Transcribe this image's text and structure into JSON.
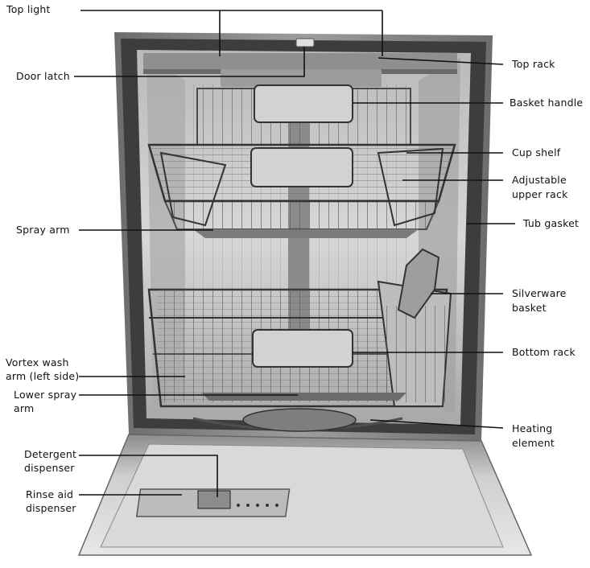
{
  "labels": {
    "top_light": "Top light",
    "door_latch": "Door latch",
    "top_rack": "Top rack",
    "basket_handle": "Basket handle",
    "cup_shelf": "Cup shelf",
    "adjustable_upper_rack_1": "Adjustable",
    "adjustable_upper_rack_2": "upper rack",
    "tub_gasket": "Tub gasket",
    "spray_arm": "Spray arm",
    "silverware_basket_1": "Silverware",
    "silverware_basket_2": "basket",
    "bottom_rack": "Bottom rack",
    "vortex_wash_arm_1": "Vortex wash",
    "vortex_wash_arm_2": "arm (left side)",
    "lower_spray_arm_1": "Lower spray",
    "lower_spray_arm_2": "arm",
    "heating_element_1": "Heating",
    "heating_element_2": "element",
    "detergent_dispenser_1": "Detergent",
    "detergent_dispenser_2": "dispenser",
    "rinse_aid_dispenser_1": "Rinse aid",
    "rinse_aid_dispenser_2": "dispenser"
  },
  "colors": {
    "steel_dark": "#5a5a5a",
    "steel_mid": "#9a9a9a",
    "steel_light": "#d6d6d6",
    "tub_bg": "#c9c9c9",
    "handle_fill": "#d0d0d0"
  }
}
